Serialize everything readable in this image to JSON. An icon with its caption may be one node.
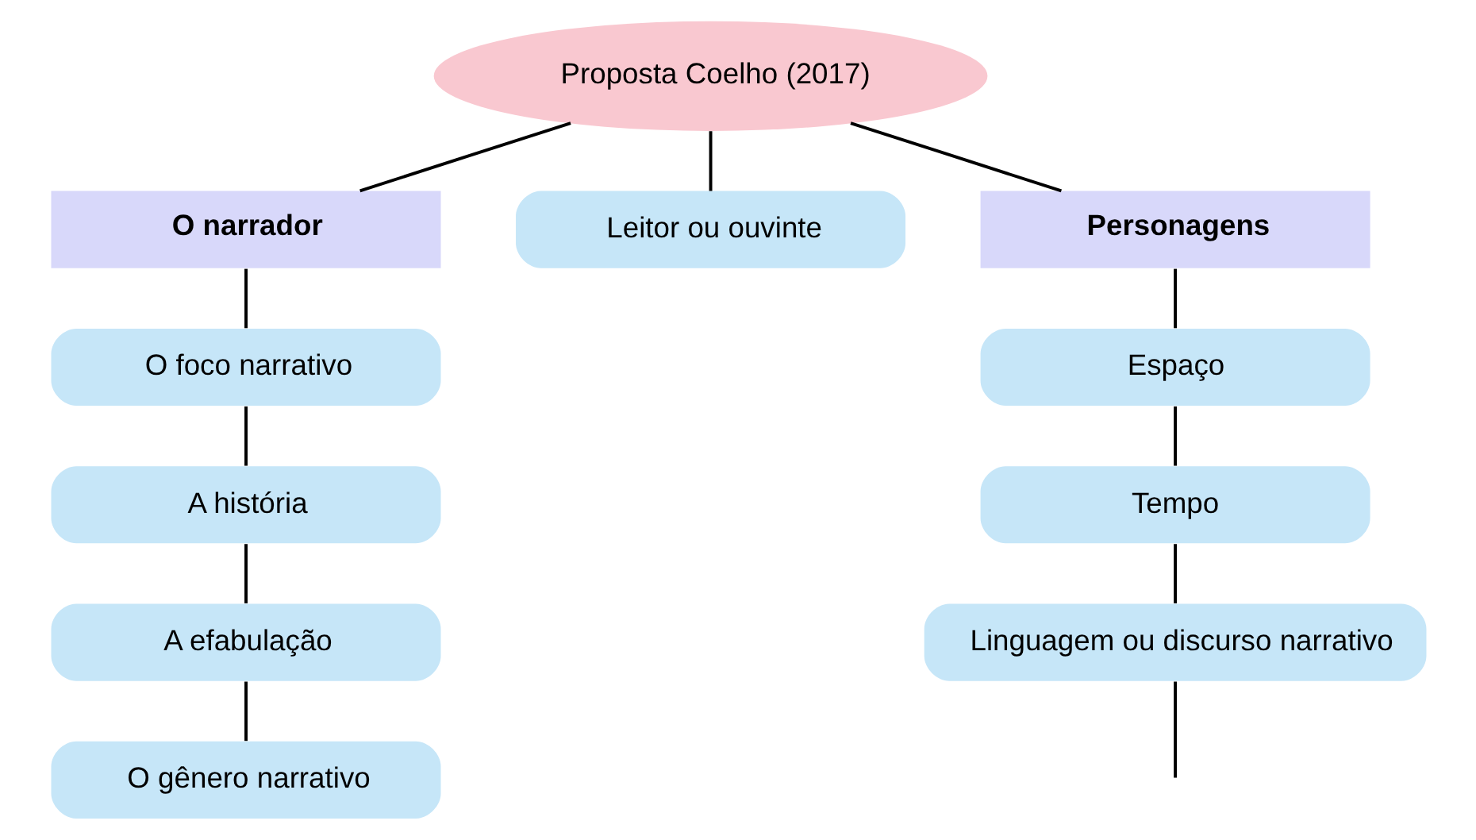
{
  "diagram": {
    "nodes": [
      {
        "text": [
          "Proposta Coelho (2017)"
        ]
      },
      {
        "text": [
          "O narrador"
        ]
      },
      {
        "text": [
          "Leitor ou ouvinte"
        ]
      },
      {
        "text": [
          "Personagens"
        ]
      },
      {
        "text": [
          "O foco narrativo"
        ]
      },
      {
        "text": [
          "A história"
        ]
      },
      {
        "text": [
          "A efabulação"
        ]
      },
      {
        "text": [
          "O gênero narrativo"
        ]
      },
      {
        "text": [
          "Espaço"
        ]
      },
      {
        "text": [
          "Tempo"
        ]
      },
      {
        "text": [
          "Linguagem ou discurso narrativo"
        ]
      }
    ],
    "edges": [
      {
        "from": 0,
        "to": 1,
        "arrow": "none"
      },
      {
        "from": 0,
        "to": 2,
        "arrow": "none"
      },
      {
        "from": 0,
        "to": 3,
        "arrow": "none"
      },
      {
        "from": 1,
        "to": 4,
        "arrow": "none"
      },
      {
        "from": 4,
        "to": 5,
        "arrow": "none"
      },
      {
        "from": 5,
        "to": 6,
        "arrow": "none"
      },
      {
        "from": 6,
        "to": 7,
        "arrow": "none"
      },
      {
        "from": 3,
        "to": 8,
        "arrow": "none"
      },
      {
        "from": 8,
        "to": 9,
        "arrow": "none"
      },
      {
        "from": 9,
        "to": 10,
        "arrow": "none"
      },
      {
        "from": 10,
        "to": null,
        "arrow": "none"
      }
    ]
  }
}
